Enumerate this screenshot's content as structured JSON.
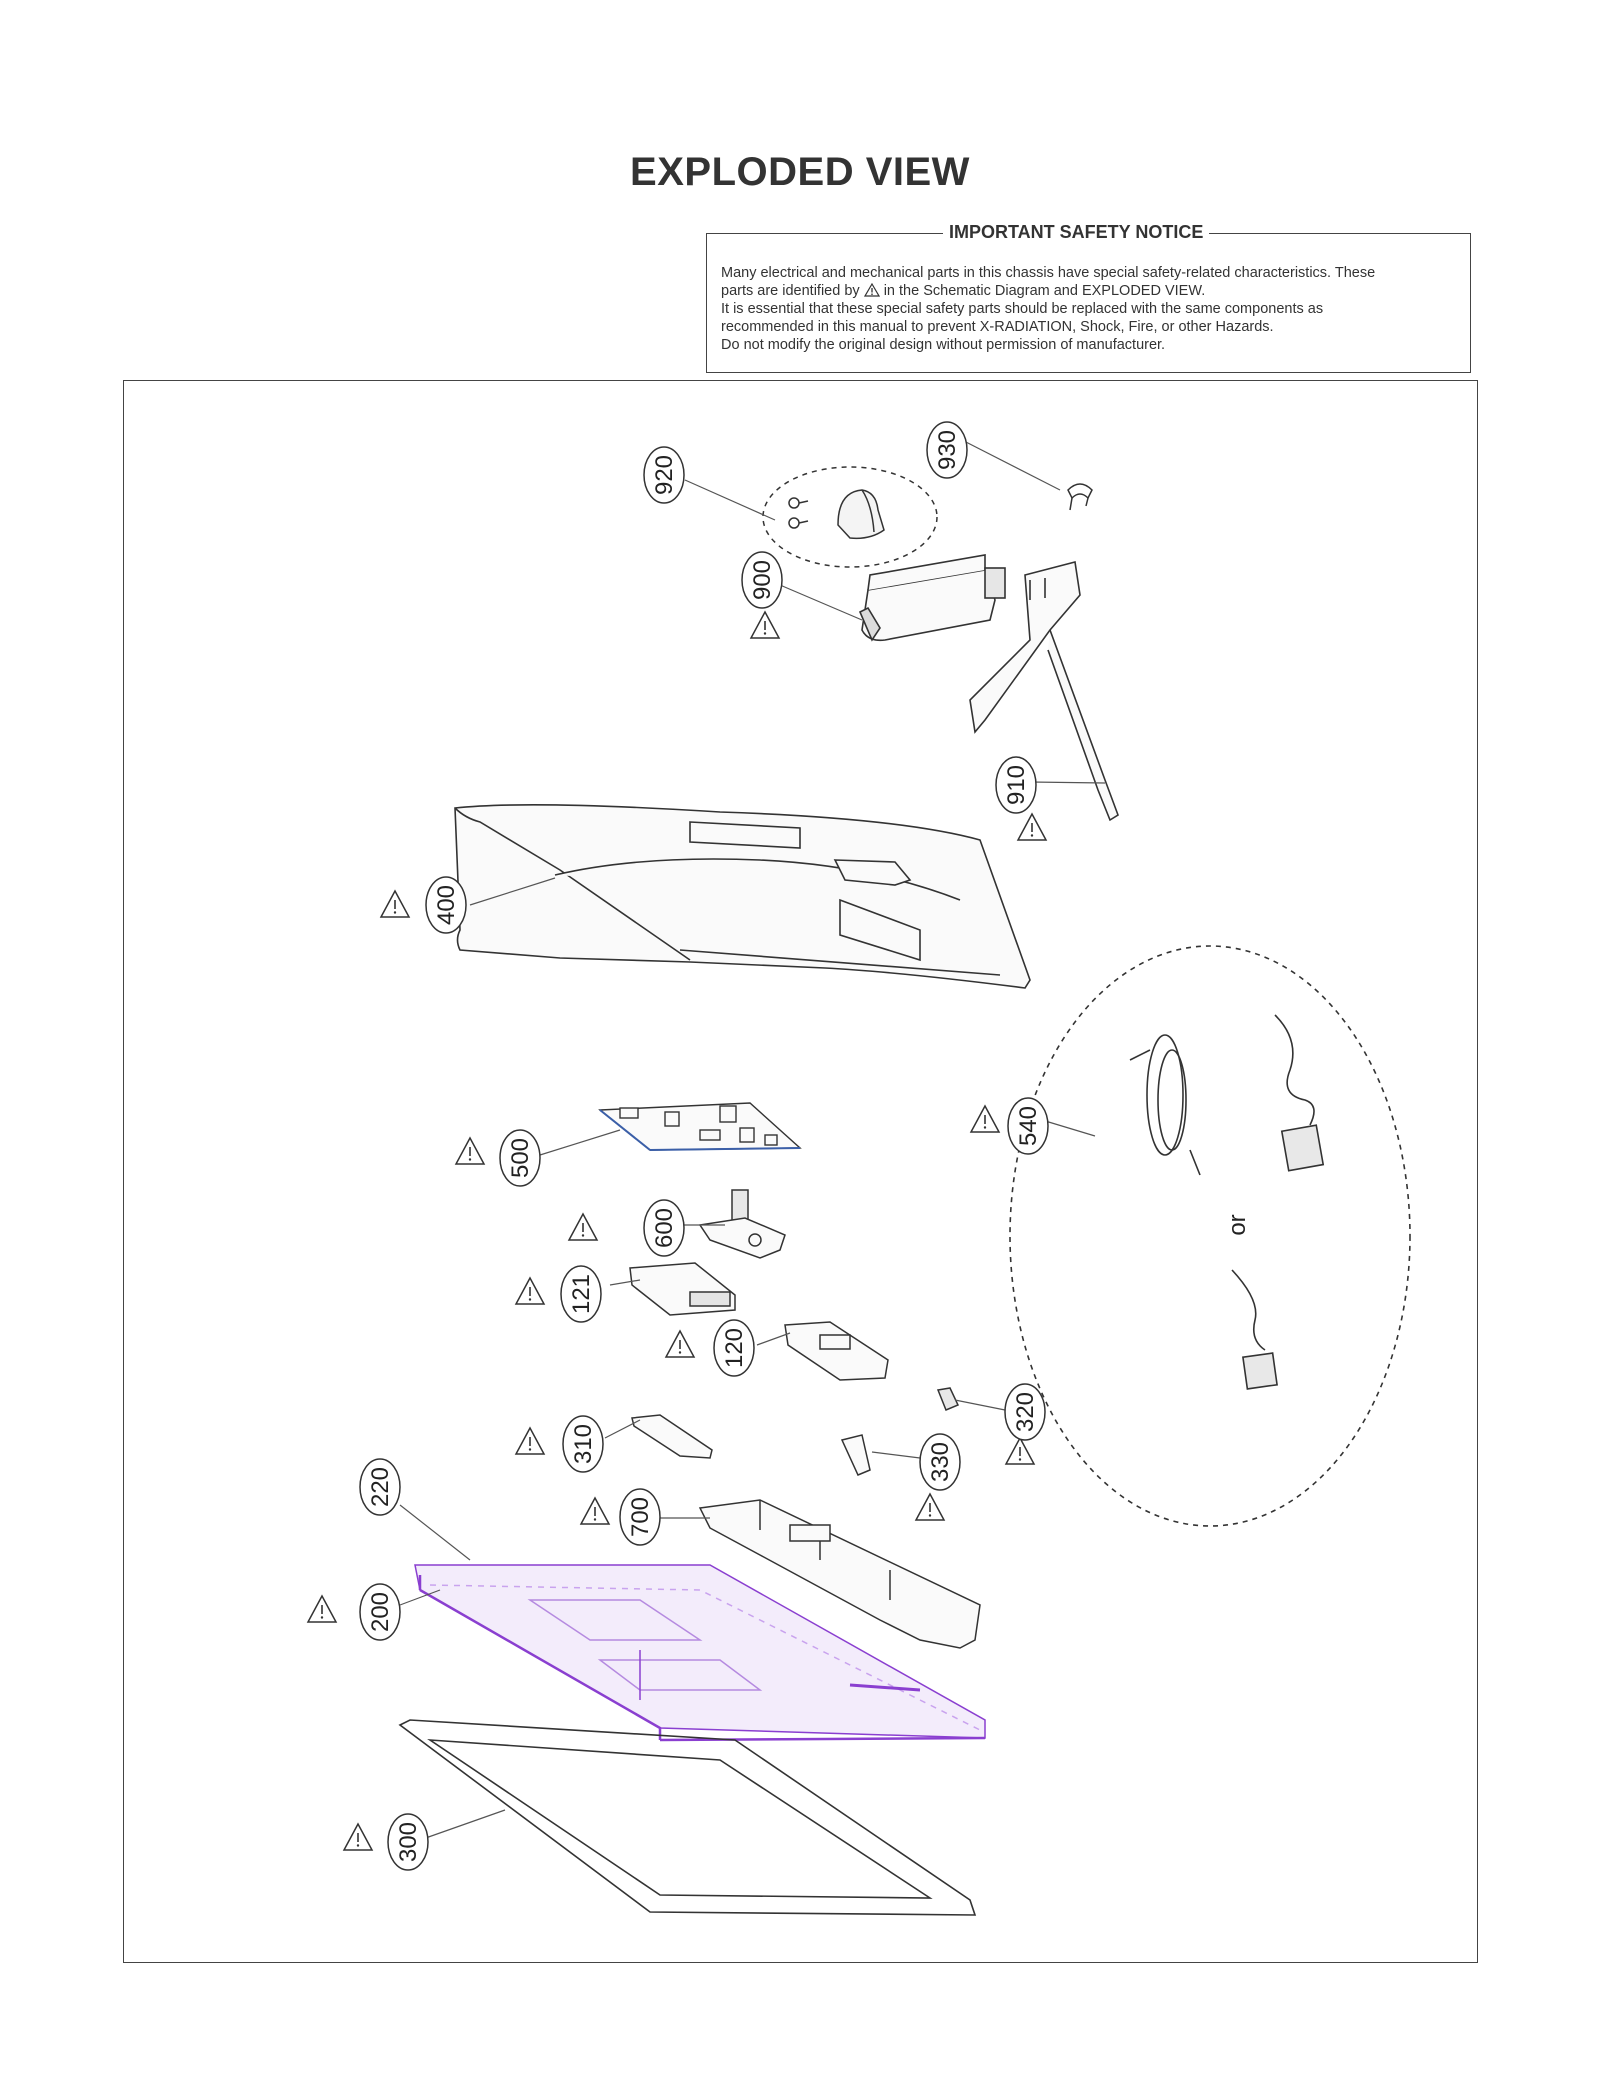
{
  "title": "EXPLODED VIEW",
  "notice": {
    "heading": "IMPORTANT SAFETY NOTICE",
    "line1": "Many electrical and mechanical parts in this chassis have special safety-related characteristics. These",
    "line2a": "parts are identified by",
    "line2b": "in the Schematic Diagram and EXPLODED VIEW.",
    "line3": "It is essential that these special safety parts should be replaced with the same components as",
    "line4": "recommended in this manual to prevent X-RADIATION, Shock, Fire, or other Hazards.",
    "line5": "Do not modify the original design without permission of manufacturer."
  },
  "parts": {
    "p920": "920",
    "p930": "930",
    "p900": "900",
    "p910": "910",
    "p400": "400",
    "p540": "540",
    "p500": "500",
    "p600": "600",
    "p121": "121",
    "p120": "120",
    "p320": "320",
    "p330": "330",
    "p310": "310",
    "p220": "220",
    "p700": "700",
    "p200": "200",
    "p300": "300"
  },
  "or_text": "or",
  "icons": [
    "warning-triangle-icon"
  ],
  "colors": {
    "ink": "#222222",
    "panel_accent": "#8a3fd0",
    "panel_accent_light": "#c9a3ee"
  }
}
